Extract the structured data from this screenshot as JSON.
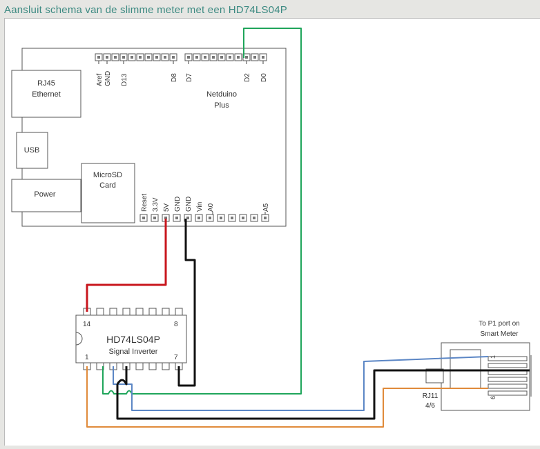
{
  "title": "Aansluit schema van de slimme meter met een HD74LS04P",
  "board": {
    "name_line1": "Netduino",
    "name_line2": "Plus",
    "ethernet_line1": "RJ45",
    "ethernet_line2": "Ethernet",
    "usb": "USB",
    "power": "Power",
    "microsd_line1": "MicroSD",
    "microsd_line2": "Card",
    "top_pins": {
      "aref": "Aref",
      "gnd": "GND",
      "d13": "D13",
      "d8": "D8",
      "d7": "D7",
      "d2": "D2",
      "d0": "D0"
    },
    "bottom_pins": {
      "reset": "Reset",
      "v33": "3.3V",
      "v5": "5V",
      "gnd1": "GND",
      "gnd2": "GND",
      "vin": "Vin",
      "a0": "A0",
      "a5": "A5"
    }
  },
  "chip": {
    "name": "HD74LS04P",
    "subtitle": "Signal Inverter",
    "pin14": "14",
    "pin8": "8",
    "pin1": "1",
    "pin7": "7"
  },
  "connector": {
    "caption_line1": "To P1 port on",
    "caption_line2": "Smart Meter",
    "type_line1": "RJ11",
    "type_line2": "4/6",
    "pin_first": "1",
    "pin_last": "6"
  },
  "wire_colors": {
    "vcc": "#c8161d",
    "ground": "#111111",
    "d2_signal": "#1ea55a",
    "rj11_blue": "#5b86c5",
    "rj11_orange": "#e08a3a"
  }
}
